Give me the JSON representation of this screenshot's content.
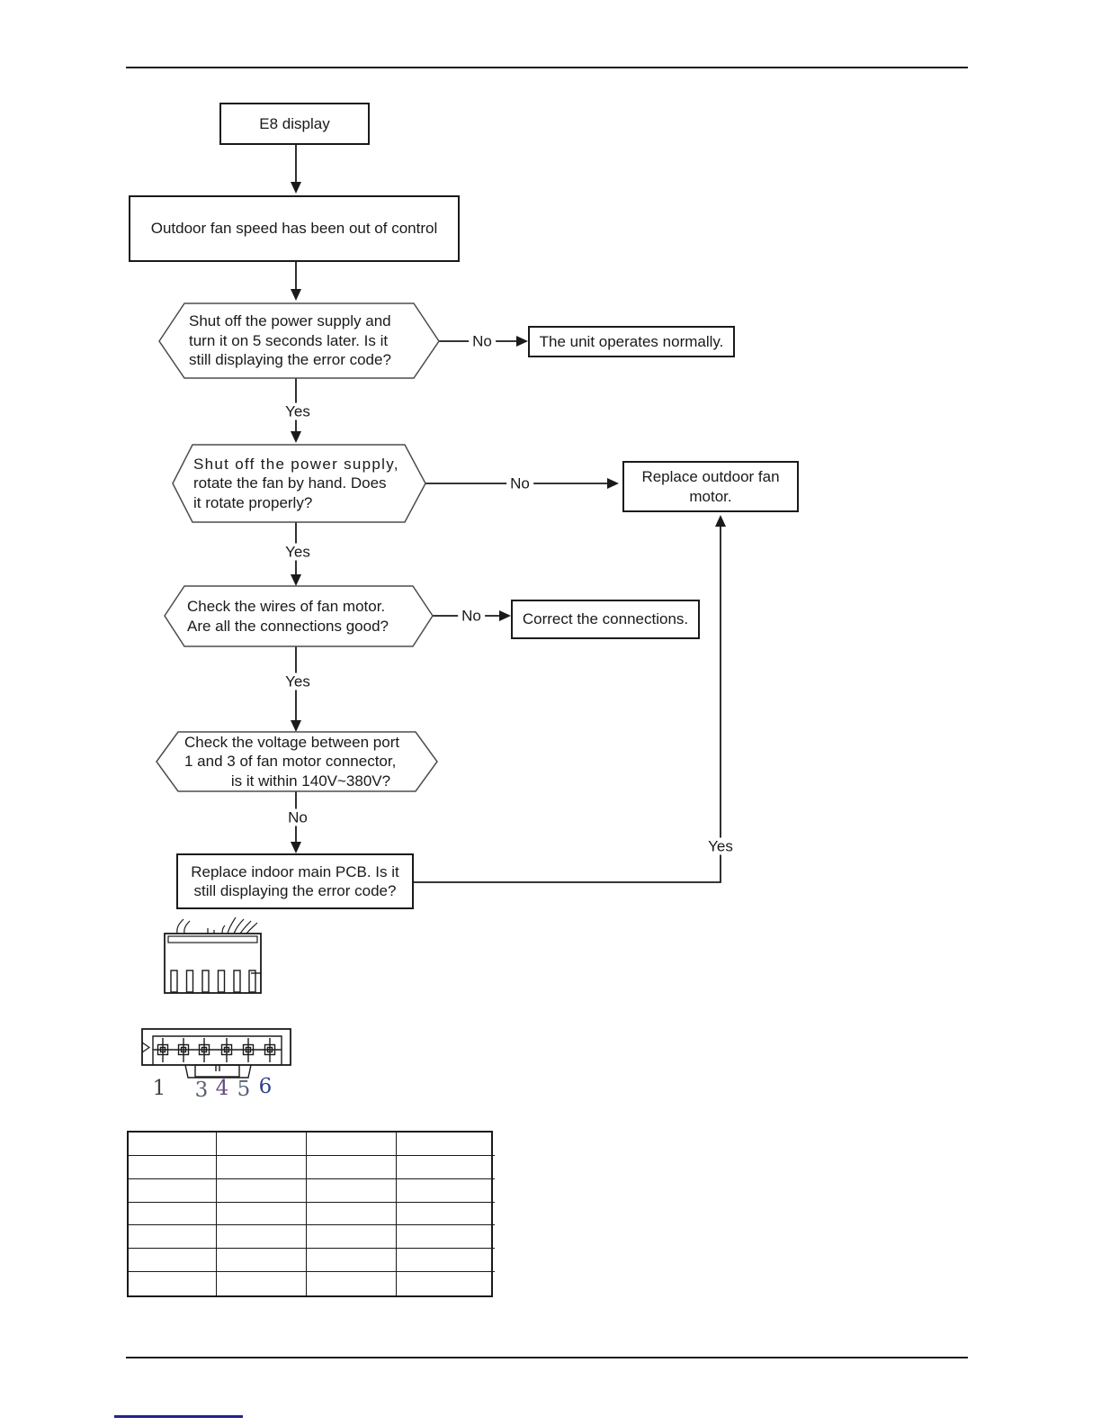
{
  "labels": {
    "yes": "Yes",
    "no": "No"
  },
  "nodes": {
    "start": "E8 display",
    "statement": "Outdoor fan speed has been out of control",
    "q_power_cycle": [
      "Shut off the power supply and",
      "turn it on 5 seconds later. Is it",
      "still displaying the error code?"
    ],
    "unit_normal": "The unit operates normally.",
    "q_rotate": [
      "Shut off the power supply,",
      "rotate the fan by hand. Does",
      "it rotate properly?"
    ],
    "replace_fan": [
      "Replace outdoor fan",
      "motor."
    ],
    "q_wires": [
      "Check the wires of fan motor.",
      "Are all the connections good?"
    ],
    "correct_connections": "Correct the connections.",
    "q_voltage": [
      "Check the voltage between port",
      "1 and 3 of fan motor connector,",
      "is it within 140V~380V?"
    ],
    "replace_pcb": [
      "Replace indoor main PCB. Is it",
      "still displaying the error code?"
    ]
  },
  "connector": {
    "pin_labels": [
      "1",
      "3",
      "4",
      "5",
      "6"
    ],
    "pin_label_colors": [
      "#3f3f46",
      "#585f6d",
      "#64497f",
      "#566076",
      "#2e3f8c"
    ]
  },
  "table": {
    "rows": 7,
    "cols": 4
  },
  "colors": {
    "line": "#1a1a1a",
    "hex_stroke": "#4d4d4d",
    "link_line": "#1f2590"
  }
}
